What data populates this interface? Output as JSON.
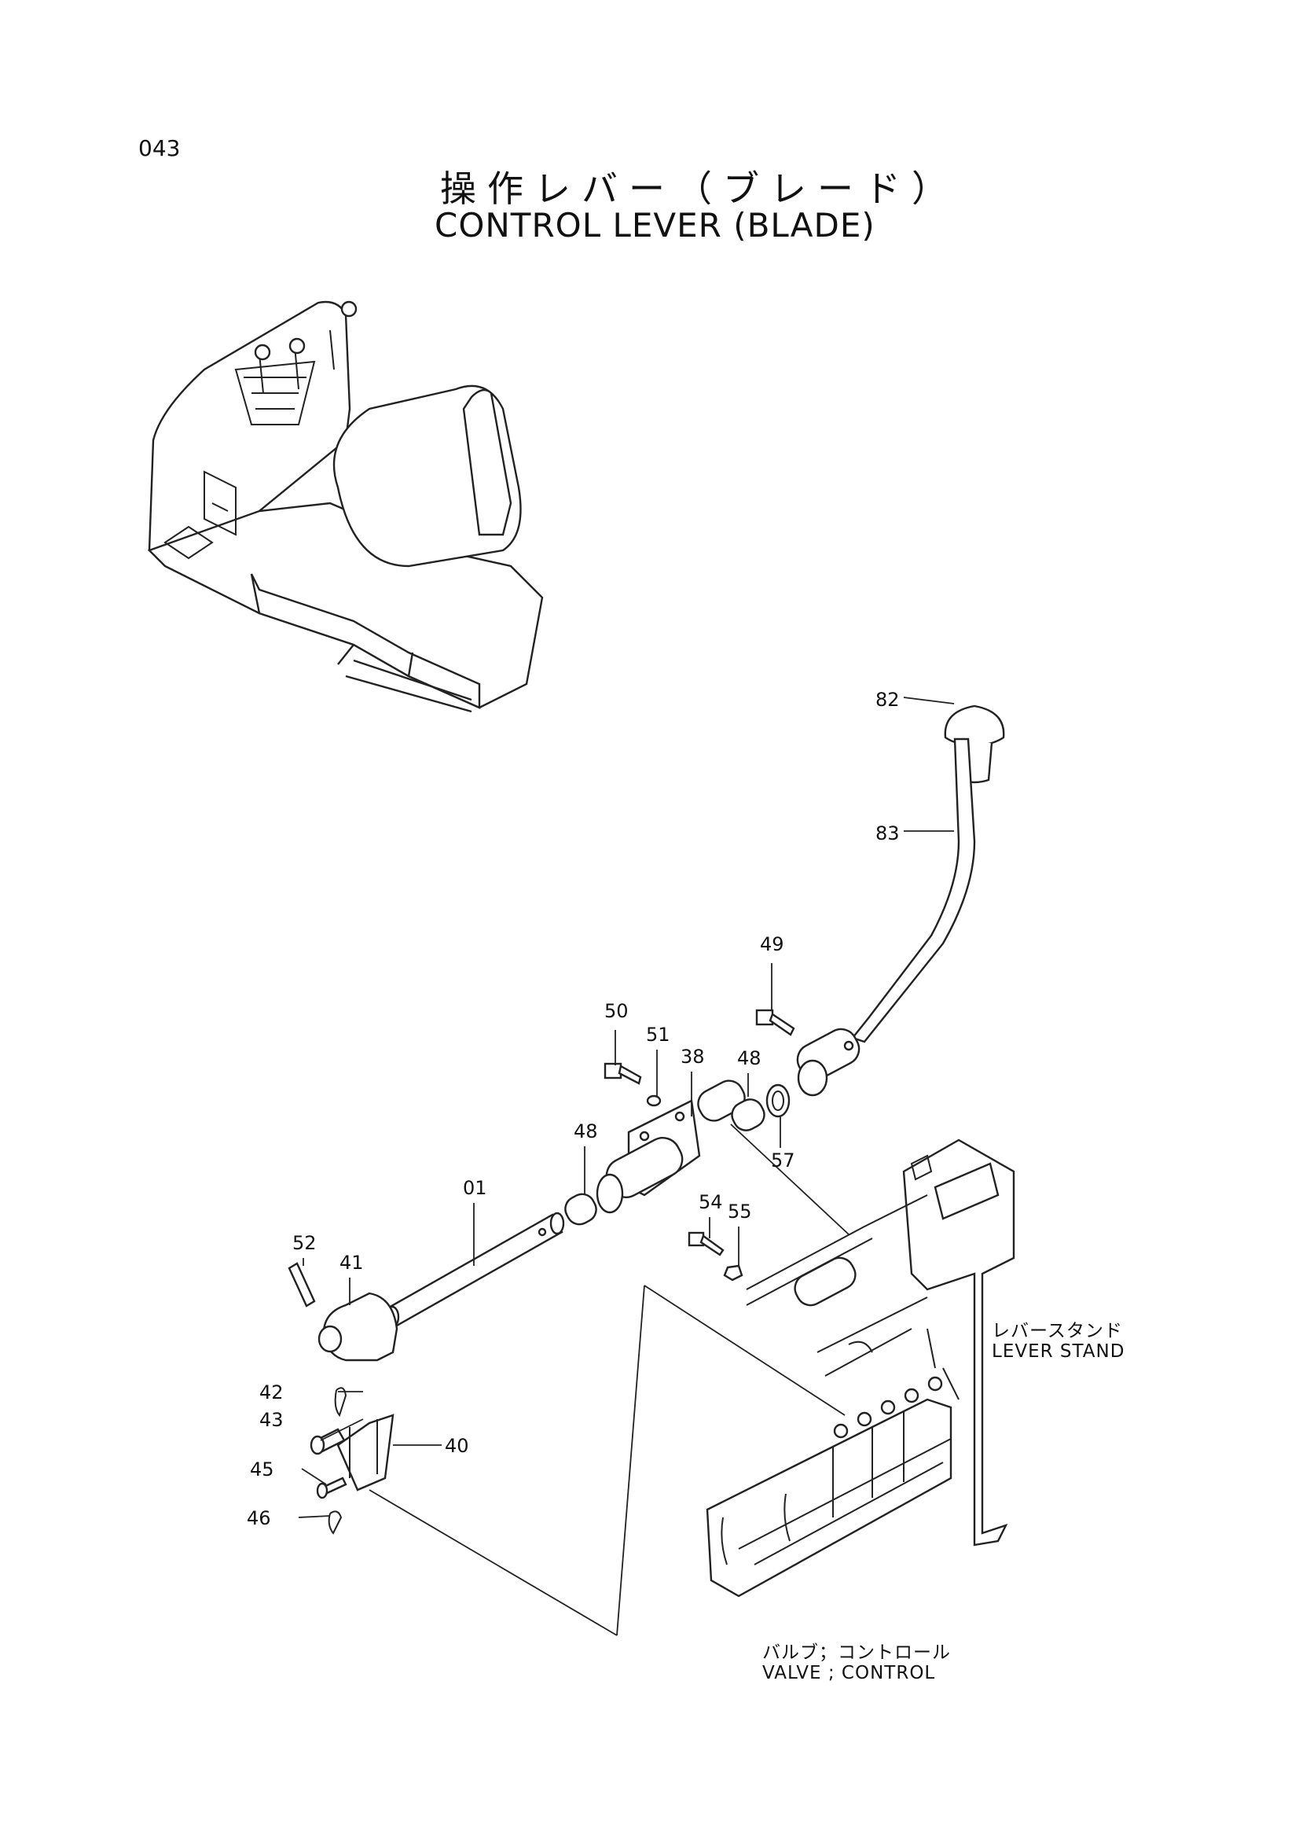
{
  "page": {
    "number": "043"
  },
  "title": {
    "jp": "操作レバー（ブレード）",
    "en": "CONTROL LEVER (BLADE)"
  },
  "callouts": [
    {
      "id": "82",
      "text": "82"
    },
    {
      "id": "83",
      "text": "83"
    },
    {
      "id": "49",
      "text": "49"
    },
    {
      "id": "50",
      "text": "50"
    },
    {
      "id": "51",
      "text": "51"
    },
    {
      "id": "38",
      "text": "38"
    },
    {
      "id": "48a",
      "text": "48"
    },
    {
      "id": "48b",
      "text": "48"
    },
    {
      "id": "57",
      "text": "57"
    },
    {
      "id": "01",
      "text": "01"
    },
    {
      "id": "54",
      "text": "54"
    },
    {
      "id": "55",
      "text": "55"
    },
    {
      "id": "52",
      "text": "52"
    },
    {
      "id": "41",
      "text": "41"
    },
    {
      "id": "42",
      "text": "42"
    },
    {
      "id": "43",
      "text": "43"
    },
    {
      "id": "40",
      "text": "40"
    },
    {
      "id": "45",
      "text": "45"
    },
    {
      "id": "46",
      "text": "46"
    }
  ],
  "annotations": {
    "lever_stand": {
      "jp": "レバースタンド",
      "en": "LEVER STAND"
    },
    "valve_control": {
      "jp": "バルブ；コントロール",
      "en": "VALVE ; CONTROL"
    }
  }
}
